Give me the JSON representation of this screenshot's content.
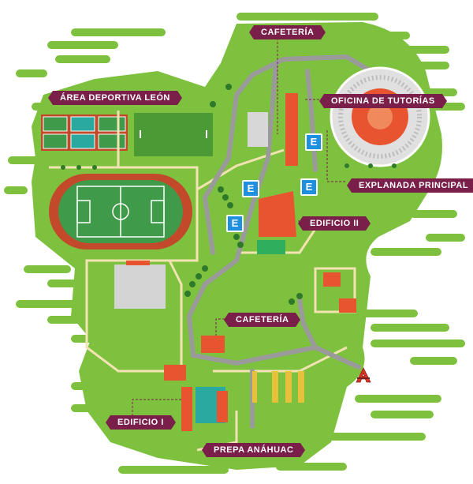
{
  "map": {
    "colors": {
      "grass": "#7ec13f",
      "grass_dark": "#5e9c2a",
      "road": "#9a9a9a",
      "path": "#f3e3b3",
      "building": "#e8542f",
      "label_bg": "#7a1f4a",
      "parking_badge": "#1f8fe0"
    },
    "labels": {
      "cafeteria_top": "CAFETERÍA",
      "area_deportiva": "ÁREA DEPORTIVA LEÓN",
      "oficina_tutorias": "OFICINA DE TUTORÍAS",
      "explanada": "EXPLANADA PRINCIPAL",
      "edificio_ii": "EDIFICIO II",
      "cafeteria_mid": "CAFETERÍA",
      "edificio_i": "EDIFICIO I",
      "prepa": "PREPA ANÁHUAC"
    },
    "parking_letter": "E",
    "entrance_icon": "anahuac-a-logo-icon"
  }
}
